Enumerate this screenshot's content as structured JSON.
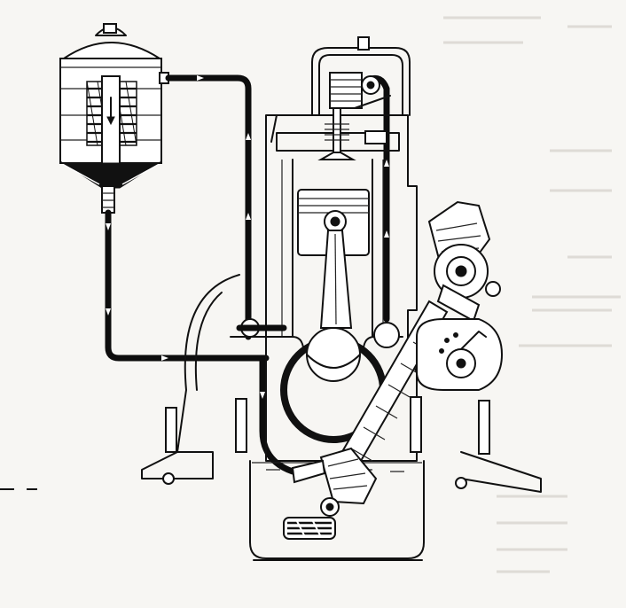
{
  "figure": {
    "title": "",
    "caption": ""
  },
  "show_through_text": [],
  "colors": {
    "ink": "#111111",
    "paper": "#f7f6f3",
    "show_through": "#d9d7d2",
    "oil": "#ffffff"
  },
  "parts": [
    {
      "id": "oil-filter",
      "label": ""
    },
    {
      "id": "oil-feed-pipe",
      "label": ""
    },
    {
      "id": "return-pipe",
      "label": ""
    },
    {
      "id": "rocker-shaft",
      "label": ""
    },
    {
      "id": "valve",
      "label": ""
    },
    {
      "id": "piston",
      "label": ""
    },
    {
      "id": "connecting-rod",
      "label": ""
    },
    {
      "id": "crankshaft",
      "label": ""
    },
    {
      "id": "oil-pump",
      "label": ""
    },
    {
      "id": "oil-pickup-strainer",
      "label": ""
    },
    {
      "id": "distributor",
      "label": ""
    },
    {
      "id": "oil-sump",
      "label": ""
    }
  ]
}
